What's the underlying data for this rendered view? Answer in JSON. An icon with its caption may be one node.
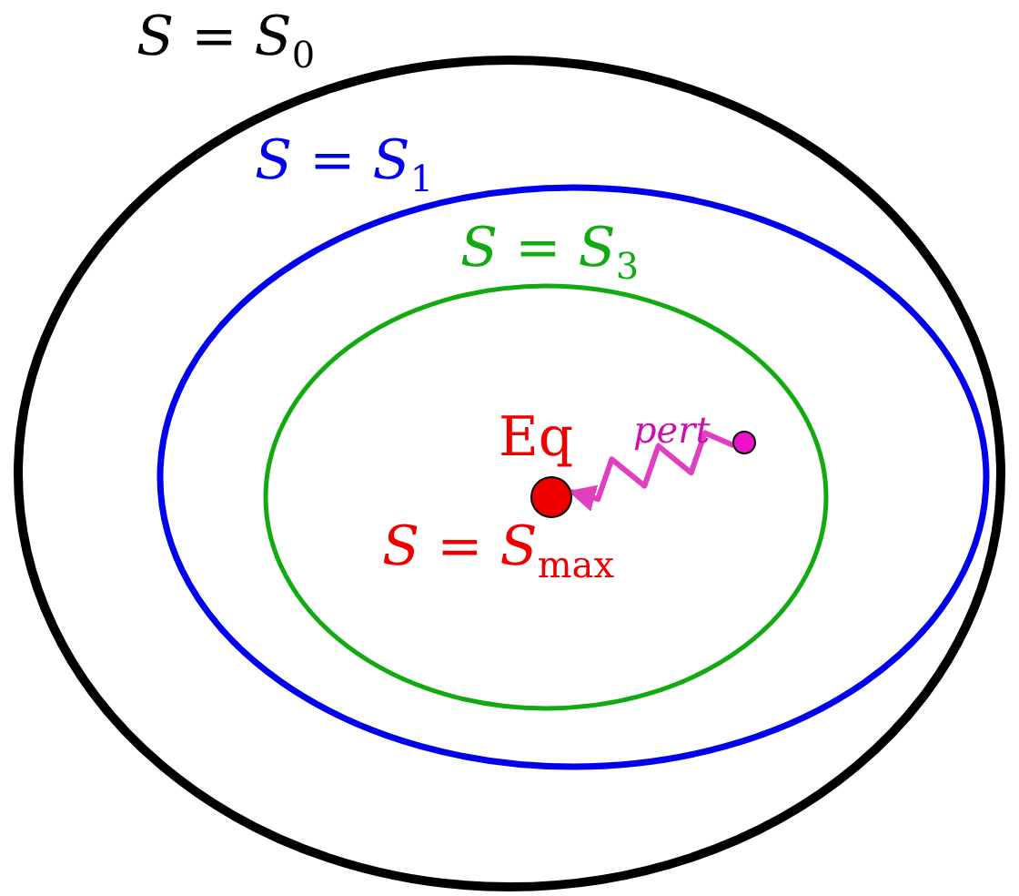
{
  "diagram": {
    "nodes": [
      {
        "text": [
          "*S* = *S*$_{0}$"
        ]
      },
      {
        "text": [
          "*S* = *S*$_{1}$"
        ],
        "in": 0
      },
      {
        "text": [
          "*S* = *S*$_{3}$"
        ],
        "in": 1
      },
      {
        "text": [
          "Eq",
          "*S* = *S*$_{max}$"
        ],
        "in": 2
      },
      {
        "text": [
          "pert"
        ],
        "in": 2
      }
    ],
    "edges": [
      {
        "from": 4,
        "to": 3,
        "arrow": "to",
        "color": "#e040c0"
      }
    ]
  }
}
